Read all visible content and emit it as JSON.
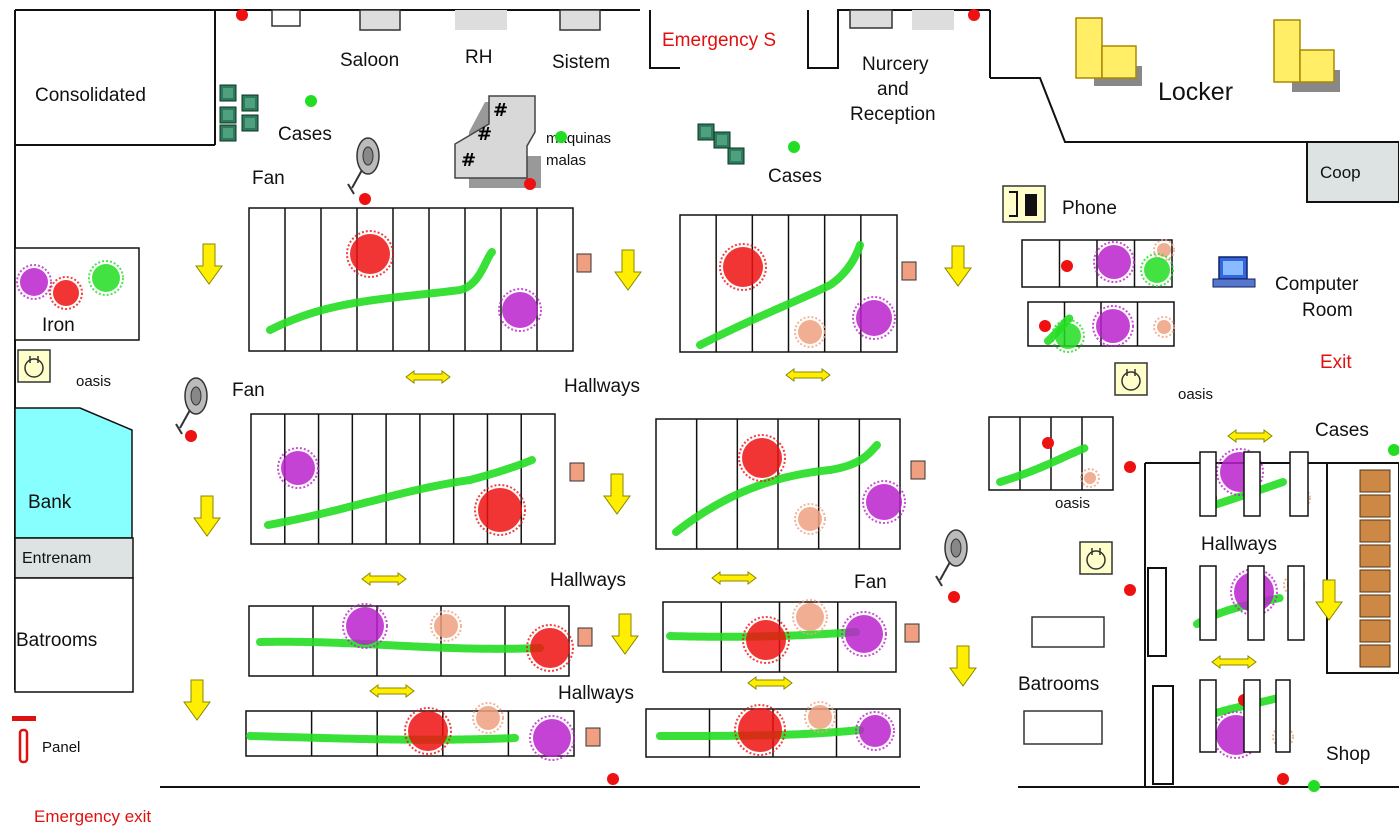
{
  "labels": {
    "consolidated": "Consolidated",
    "saloon": "Saloon",
    "rh": "RH",
    "sistem": "Sistem",
    "emergency_s": "Emergency S",
    "nursery_1": "Nurcery",
    "nursery_2": "and",
    "nursery_3": "Reception",
    "locker": "Locker",
    "coop": "Coop",
    "cases_1": "Cases",
    "cases_2": "Cases",
    "cases_3": "Cases",
    "maquinas_1": "maquinas",
    "maquinas_2": "malas",
    "fan_1": "Fan",
    "fan_2": "Fan",
    "fan_3": "Fan",
    "phone": "Phone",
    "computer_1": "Computer",
    "computer_2": "Room",
    "exit": "Exit",
    "iron": "Iron",
    "oasis_1": "oasis",
    "oasis_2": "oasis",
    "oasis_3": "oasis",
    "hallways_1": "Hallways",
    "hallways_2": "Hallways",
    "hallways_3": "Hallways",
    "hallways_4": "Hallways",
    "bank": "Bank",
    "entrenam": "Entrenam",
    "batrooms_1": "Batrooms",
    "batrooms_2": "Batrooms",
    "panel": "Panel",
    "shop": "Shop",
    "emergency_exit": "Emergency exit"
  },
  "colors": {
    "green_path": "#22dd22",
    "red_blob": "#ee1111",
    "purple_blob": "#bb22cc",
    "orange_blob": "#f0a080",
    "arrow_yellow": "#ffee00",
    "bank_fill": "#88ffff",
    "panel_gray": "#dde2e2"
  },
  "icons": [
    "fan-icon",
    "oasis-icon",
    "phone-icon",
    "computer-icon",
    "cases-icon",
    "locker-icon",
    "machine-icon",
    "arrow-down-icon",
    "arrow-horizontal-icon"
  ]
}
